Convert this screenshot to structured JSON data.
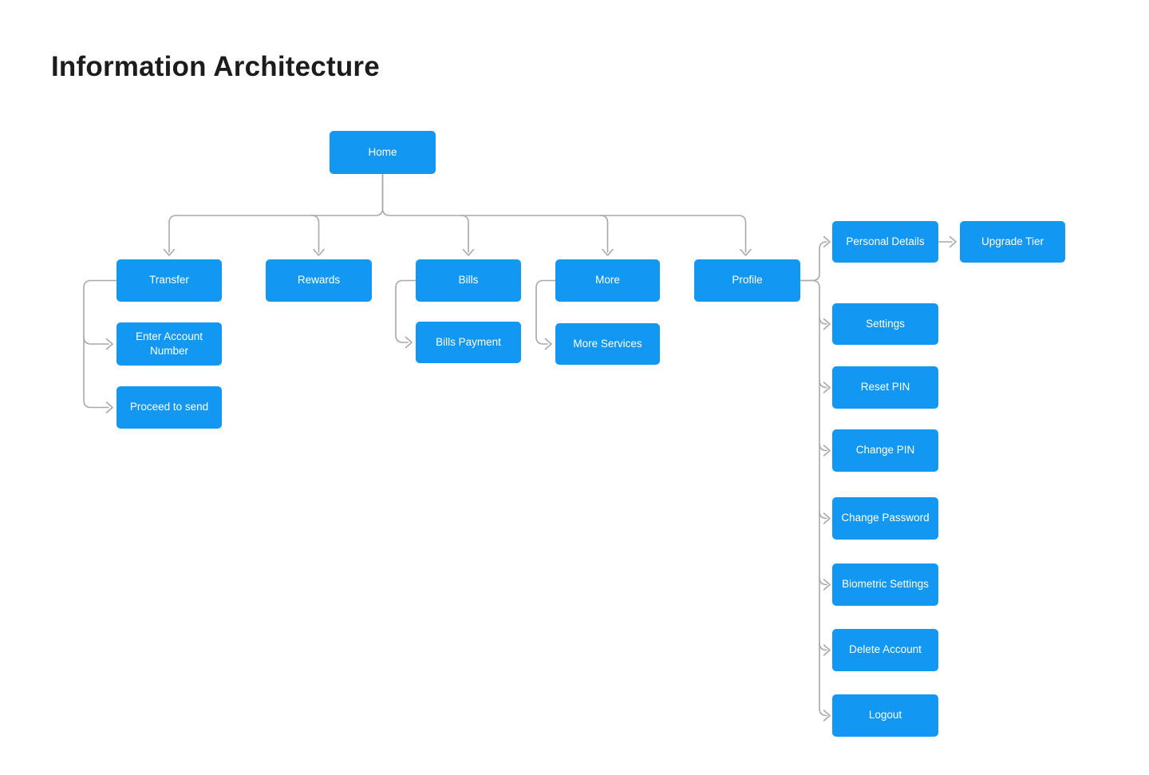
{
  "title": "Information Architecture",
  "colors": {
    "node_fill": "#1297F2",
    "node_text": "#FFFFFF",
    "connector": "#A9A9A9",
    "title_text": "#1C1C1E",
    "background": "#FFFFFF"
  },
  "nodes": {
    "home": {
      "label": "Home"
    },
    "transfer": {
      "label": "Transfer"
    },
    "rewards": {
      "label": "Rewards"
    },
    "bills": {
      "label": "Bills"
    },
    "more": {
      "label": "More"
    },
    "profile": {
      "label": "Profile"
    },
    "enter_account_number": {
      "label": "Enter Account Number"
    },
    "proceed_to_send": {
      "label": "Proceed to send"
    },
    "bills_payment": {
      "label": "Bills Payment"
    },
    "more_services": {
      "label": "More Services"
    },
    "personal_details": {
      "label": "Personal Details"
    },
    "upgrade_tier": {
      "label": "Upgrade Tier"
    },
    "settings": {
      "label": "Settings"
    },
    "reset_pin": {
      "label": "Reset PIN"
    },
    "change_pin": {
      "label": "Change PIN"
    },
    "change_password": {
      "label": "Change Password"
    },
    "biometric_settings": {
      "label": "Biometric Settings"
    },
    "delete_account": {
      "label": "Delete Account"
    },
    "logout": {
      "label": "Logout"
    }
  },
  "edges": [
    {
      "from": "home",
      "to": "transfer"
    },
    {
      "from": "home",
      "to": "rewards"
    },
    {
      "from": "home",
      "to": "bills"
    },
    {
      "from": "home",
      "to": "more"
    },
    {
      "from": "home",
      "to": "profile"
    },
    {
      "from": "transfer",
      "to": "enter_account_number"
    },
    {
      "from": "transfer",
      "to": "proceed_to_send"
    },
    {
      "from": "bills",
      "to": "bills_payment"
    },
    {
      "from": "more",
      "to": "more_services"
    },
    {
      "from": "profile",
      "to": "personal_details"
    },
    {
      "from": "personal_details",
      "to": "upgrade_tier"
    },
    {
      "from": "profile",
      "to": "settings"
    },
    {
      "from": "profile",
      "to": "reset_pin"
    },
    {
      "from": "profile",
      "to": "change_pin"
    },
    {
      "from": "profile",
      "to": "change_password"
    },
    {
      "from": "profile",
      "to": "biometric_settings"
    },
    {
      "from": "profile",
      "to": "delete_account"
    },
    {
      "from": "profile",
      "to": "logout"
    }
  ]
}
